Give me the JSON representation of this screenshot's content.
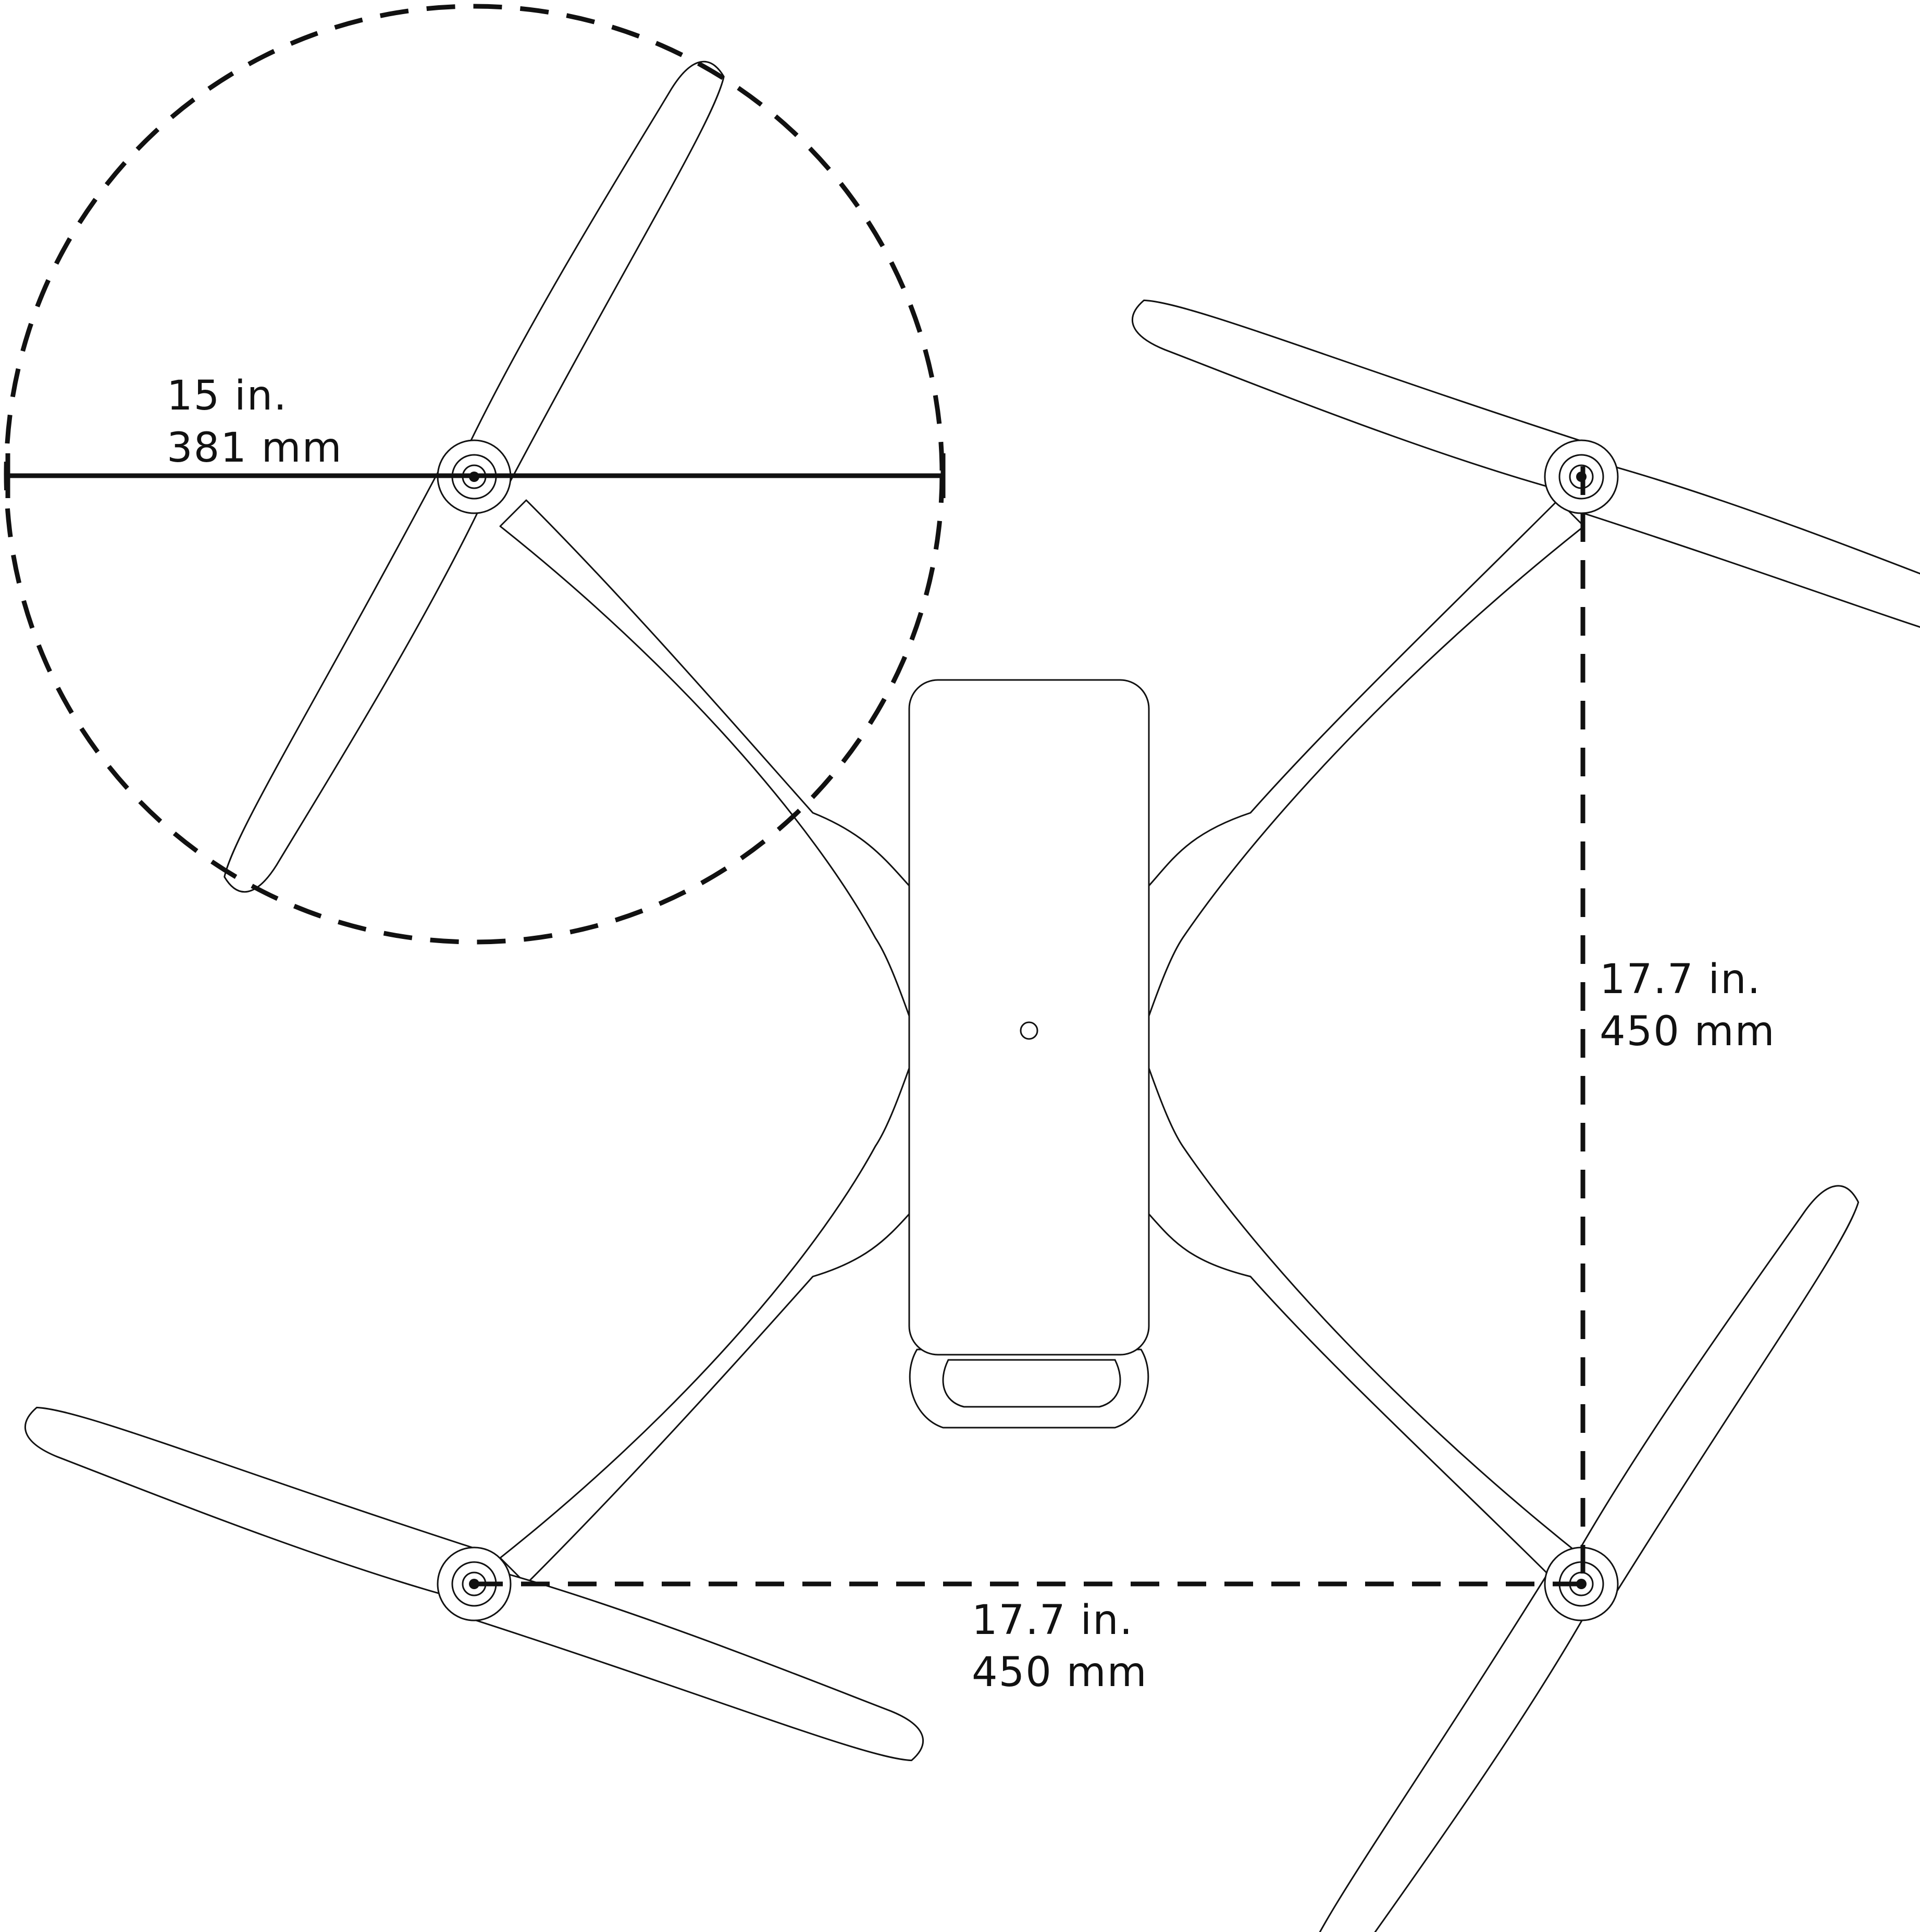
{
  "dimensions": {
    "prop_diameter": {
      "imperial": "15 in.",
      "metric": "381 mm"
    },
    "motor_spacing_vertical": {
      "imperial": "17.7 in.",
      "metric": "450 mm"
    },
    "motor_spacing_horizontal": {
      "imperial": "17.7 in.",
      "metric": "450 mm"
    }
  },
  "colors": {
    "line": "#111111",
    "background": "#ffffff"
  }
}
